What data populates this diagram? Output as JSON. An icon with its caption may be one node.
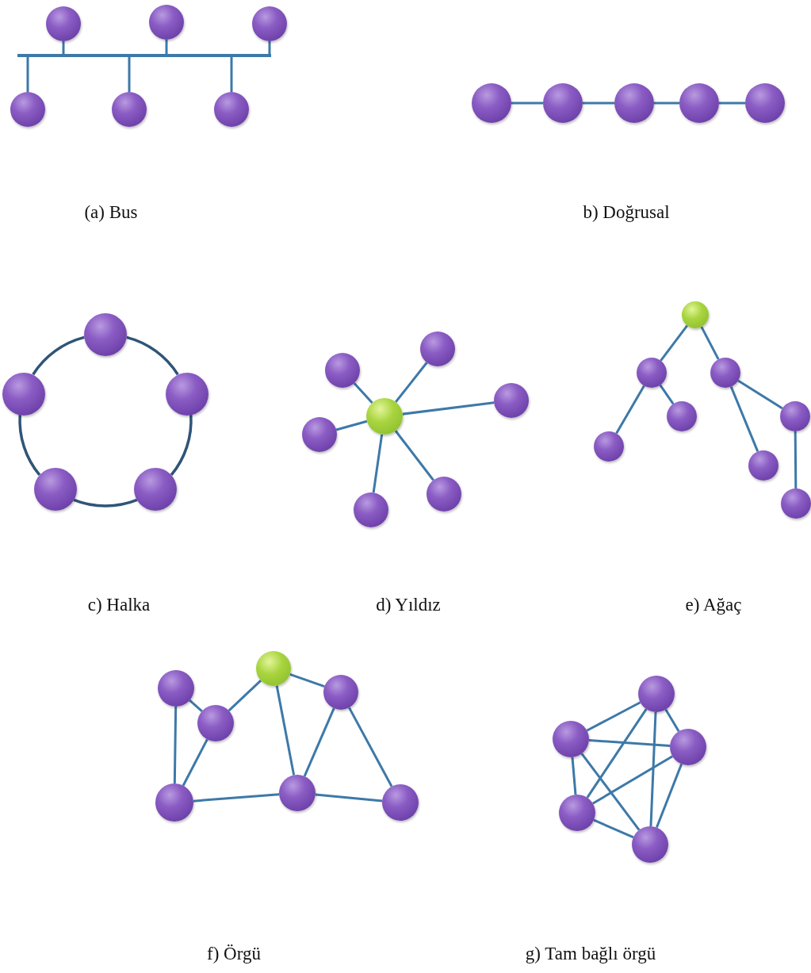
{
  "diagram": {
    "nodes": [
      {
        "text": [],
        "shape": "circle"
      },
      {
        "text": [],
        "shape": "circle"
      },
      {
        "text": [],
        "shape": "circle"
      },
      {
        "text": [],
        "shape": "bar"
      },
      {
        "text": [],
        "shape": "circle"
      },
      {
        "text": [],
        "shape": "circle"
      },
      {
        "text": [],
        "shape": "circle"
      },
      {
        "text": [],
        "shape": "circle"
      },
      {
        "text": [],
        "shape": "circle"
      },
      {
        "text": [],
        "shape": "circle"
      },
      {
        "text": [],
        "shape": "circle"
      },
      {
        "text": [],
        "shape": "circle"
      },
      {
        "text": [],
        "shape": "circle"
      },
      {
        "text": [],
        "shape": "circle"
      },
      {
        "text": [],
        "shape": "circle"
      },
      {
        "text": [],
        "shape": "circle"
      },
      {
        "text": [],
        "shape": "circle"
      },
      {
        "text": [],
        "shape": "circle"
      },
      {
        "text": [],
        "shape": "circle"
      },
      {
        "text": [],
        "shape": "circle"
      },
      {
        "text": [],
        "shape": "circle"
      },
      {
        "text": [],
        "shape": "circle"
      },
      {
        "text": [],
        "shape": "circle"
      },
      {
        "text": [],
        "shape": "circle"
      },
      {
        "text": [],
        "shape": "circle"
      },
      {
        "text": [],
        "shape": "circle"
      },
      {
        "text": [],
        "shape": "circle"
      },
      {
        "text": [],
        "shape": "circle"
      },
      {
        "text": [],
        "shape": "circle"
      },
      {
        "text": [],
        "shape": "circle"
      },
      {
        "text": [],
        "shape": "circle"
      },
      {
        "text": [],
        "shape": "circle"
      },
      {
        "text": [],
        "shape": "circle"
      },
      {
        "text": [],
        "shape": "circle"
      },
      {
        "text": [],
        "shape": "circle"
      },
      {
        "text": [],
        "shape": "circle"
      },
      {
        "text": [],
        "shape": "circle"
      },
      {
        "text": [],
        "shape": "circle"
      },
      {
        "text": [],
        "shape": "circle"
      },
      {
        "text": [],
        "shape": "circle"
      },
      {
        "text": [],
        "shape": "circle"
      },
      {
        "text": [],
        "shape": "circle"
      },
      {
        "text": [],
        "shape": "circle"
      },
      {
        "text": [],
        "shape": "circle"
      }
    ],
    "edges": [
      {
        "from": 0,
        "to": 3,
        "arrow": "none"
      },
      {
        "from": 1,
        "to": 3,
        "arrow": "none"
      },
      {
        "from": 2,
        "to": 3,
        "arrow": "none"
      },
      {
        "from": 3,
        "to": 4,
        "arrow": "none"
      },
      {
        "from": 3,
        "to": 5,
        "arrow": "none"
      },
      {
        "from": 3,
        "to": 6,
        "arrow": "none"
      },
      {
        "from": 7,
        "to": 8,
        "arrow": "none"
      },
      {
        "from": 8,
        "to": 9,
        "arrow": "none"
      },
      {
        "from": 9,
        "to": 10,
        "arrow": "none"
      },
      {
        "from": 10,
        "to": 11,
        "arrow": "none"
      },
      {
        "from": 12,
        "to": 14,
        "arrow": "none"
      },
      {
        "from": 14,
        "to": 16,
        "arrow": "none"
      },
      {
        "from": 16,
        "to": 15,
        "arrow": "none"
      },
      {
        "from": 15,
        "to": 13,
        "arrow": "none"
      },
      {
        "from": 13,
        "to": 12,
        "arrow": "none"
      },
      {
        "from": 17,
        "to": 18,
        "arrow": "none"
      },
      {
        "from": 17,
        "to": 19,
        "arrow": "none"
      },
      {
        "from": 17,
        "to": 20,
        "arrow": "none"
      },
      {
        "from": 17,
        "to": 21,
        "arrow": "none"
      },
      {
        "from": 17,
        "to": 22,
        "arrow": "none"
      },
      {
        "from": 17,
        "to": 23,
        "arrow": "none"
      },
      {
        "from": 24,
        "to": 25,
        "arrow": "none"
      },
      {
        "from": 24,
        "to": 26,
        "arrow": "none"
      },
      {
        "from": 25,
        "to": 27,
        "arrow": "none"
      },
      {
        "from": 25,
        "to": 29,
        "arrow": "none"
      },
      {
        "from": 26,
        "to": 28,
        "arrow": "none"
      },
      {
        "from": 26,
        "to": 30,
        "arrow": "none"
      },
      {
        "from": 28,
        "to": 31,
        "arrow": "none"
      },
      {
        "from": 32,
        "to": 35,
        "arrow": "none"
      },
      {
        "from": 32,
        "to": 36,
        "arrow": "none"
      },
      {
        "from": 35,
        "to": 33,
        "arrow": "none"
      },
      {
        "from": 35,
        "to": 36,
        "arrow": "none"
      },
      {
        "from": 33,
        "to": 37,
        "arrow": "none"
      },
      {
        "from": 33,
        "to": 34,
        "arrow": "none"
      },
      {
        "from": 34,
        "to": 37,
        "arrow": "none"
      },
      {
        "from": 34,
        "to": 38,
        "arrow": "none"
      },
      {
        "from": 36,
        "to": 37,
        "arrow": "none"
      },
      {
        "from": 37,
        "to": 38,
        "arrow": "none"
      },
      {
        "from": 39,
        "to": 40,
        "arrow": "none"
      },
      {
        "from": 39,
        "to": 41,
        "arrow": "none"
      },
      {
        "from": 39,
        "to": 42,
        "arrow": "none"
      },
      {
        "from": 39,
        "to": 43,
        "arrow": "none"
      },
      {
        "from": 40,
        "to": 41,
        "arrow": "none"
      },
      {
        "from": 40,
        "to": 42,
        "arrow": "none"
      },
      {
        "from": 40,
        "to": 43,
        "arrow": "none"
      },
      {
        "from": 41,
        "to": 42,
        "arrow": "none"
      },
      {
        "from": 41,
        "to": 43,
        "arrow": "none"
      },
      {
        "from": 42,
        "to": 43,
        "arrow": "none"
      }
    ],
    "labels": [
      "(a) Bus",
      "b) Doğrusal",
      "c) Halka",
      "d) Yıldız",
      "e) Ağaç",
      "f) Örgü",
      "g) Tam bağlı örgü"
    ]
  }
}
